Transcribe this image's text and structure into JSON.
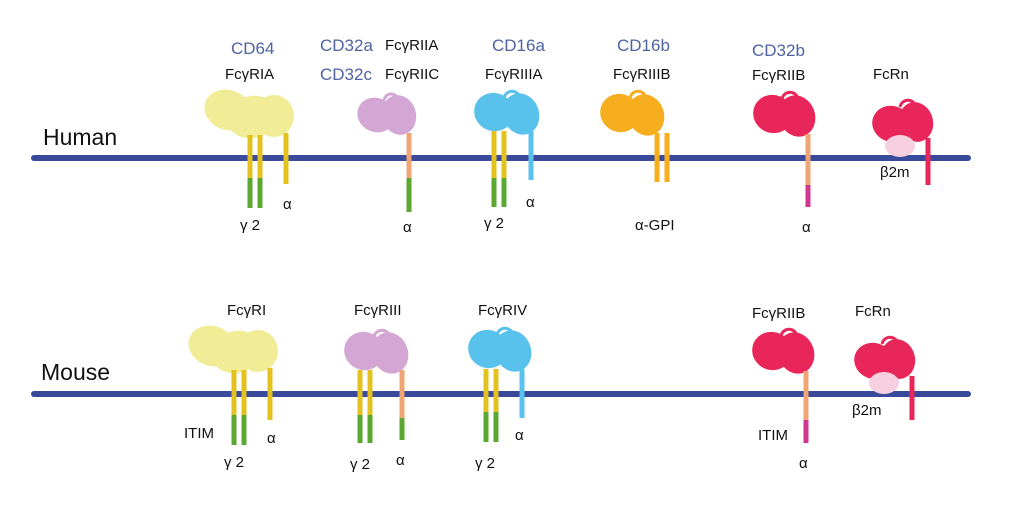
{
  "colors": {
    "membrane": "#3a4a9a",
    "cd_label": "#4e63a2",
    "yellow_ectodomain": "#f0ed96",
    "purple_ectodomain": "#d3a6d3",
    "blue_ectodomain": "#58c2ec",
    "orange_ectodomain": "#f6ad1e",
    "red_ectodomain": "#e8265a",
    "beta2m": "#f6cfe0",
    "yellow_chain": "#e3c11e",
    "green_chain": "#5aa832",
    "peach_chain": "#f0a574",
    "magenta_chain": "#d0378f"
  },
  "human": {
    "row_label": "Human",
    "receptors": [
      {
        "cd": "CD64",
        "fc": "FcγRIA",
        "chains": [
          "γ 2",
          "α"
        ],
        "ectodomain_color": "yellow"
      },
      {
        "cd": "CD32a",
        "fc": "FcγRIIA",
        "cd2": "CD32c",
        "fc2": "FcγRIIC",
        "chains": [
          "α"
        ],
        "ectodomain_color": "purple"
      },
      {
        "cd": "CD16a",
        "fc": "FcγRIIIA",
        "chains": [
          "γ 2",
          "α"
        ],
        "ectodomain_color": "blue"
      },
      {
        "cd": "CD16b",
        "fc": "FcγRIIIB",
        "chains": [
          "α-GPI"
        ],
        "ectodomain_color": "orange"
      },
      {
        "cd": "CD32b",
        "fc": "FcγRIIB",
        "chains": [
          "α"
        ],
        "ectodomain_color": "red"
      },
      {
        "fc": "FcRn",
        "chains": [
          "β2m"
        ],
        "ectodomain_color": "red"
      }
    ]
  },
  "mouse": {
    "row_label": "Mouse",
    "receptors": [
      {
        "fc": "FcγRI",
        "chains": [
          "ITIM",
          "γ 2",
          "α"
        ],
        "ectodomain_color": "yellow"
      },
      {
        "fc": "FcγRIII",
        "chains": [
          "γ 2",
          "α"
        ],
        "ectodomain_color": "purple"
      },
      {
        "fc": "FcγRIV",
        "chains": [
          "γ 2",
          "α"
        ],
        "ectodomain_color": "blue"
      },
      {
        "fc": "FcγRIIB",
        "chains": [
          "ITIM",
          "α"
        ],
        "ectodomain_color": "red"
      },
      {
        "fc": "FcRn",
        "chains": [
          "β2m"
        ],
        "ectodomain_color": "red"
      }
    ]
  }
}
